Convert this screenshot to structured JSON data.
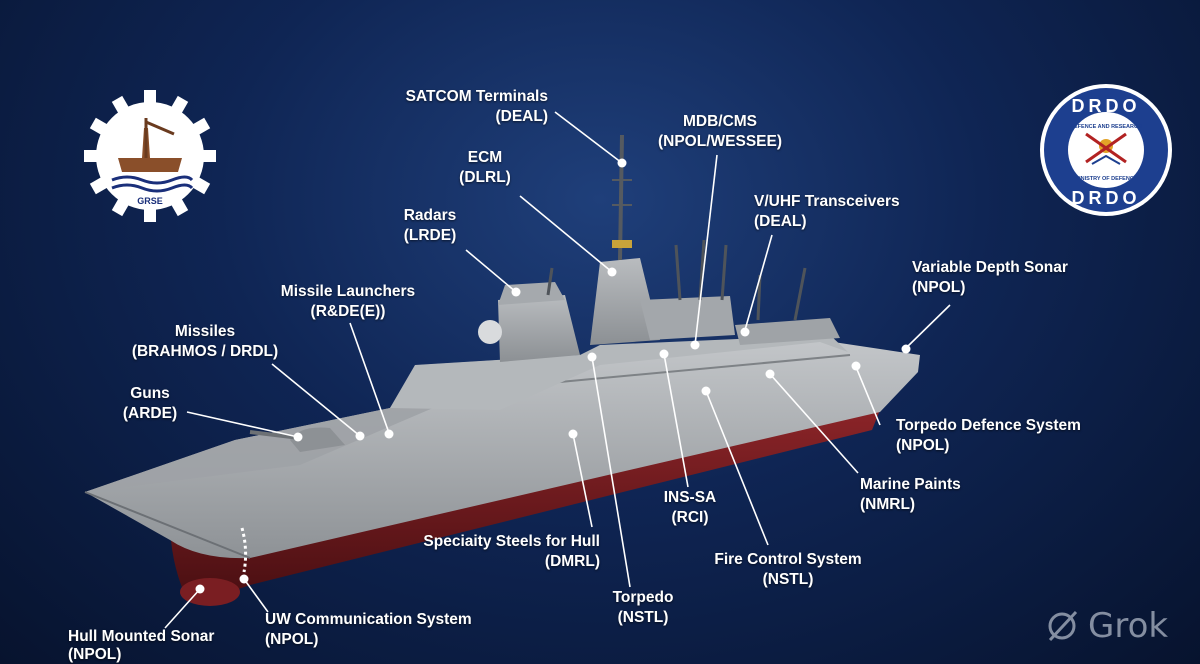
{
  "callouts": {
    "satcom": {
      "name": "SATCOM Terminals",
      "org": "(DEAL)"
    },
    "mdb": {
      "name": "MDB/CMS",
      "org": "(NPOL/WESSEE)"
    },
    "ecm": {
      "name": "ECM",
      "org": "(DLRL)"
    },
    "vuhf": {
      "name": "V/UHF Transceivers",
      "org": "(DEAL)"
    },
    "radars": {
      "name": "Radars",
      "org": "(LRDE)"
    },
    "vds": {
      "name": "Variable Depth Sonar",
      "org": "(NPOL)"
    },
    "launchers": {
      "name": "Missile Launchers",
      "org": "(R&DE(E))"
    },
    "missiles": {
      "name": "Missiles",
      "org": "(BRAHMOS / DRDL)"
    },
    "guns": {
      "name": "Guns",
      "org": "(ARDE)"
    },
    "tds": {
      "name": "Torpedo Defence System",
      "org": "(NPOL)"
    },
    "paints": {
      "name": "Marine Paints",
      "org": "(NMRL)"
    },
    "inssa": {
      "name": "INS-SA",
      "org": "(RCI)"
    },
    "steels": {
      "name": "Speciaity Steels for Hull",
      "org": "(DMRL)"
    },
    "fcs": {
      "name": "Fire Control System",
      "org": "(NSTL)"
    },
    "torpedo": {
      "name": "Torpedo",
      "org": "(NSTL)"
    },
    "uwcomm": {
      "name": "UW Communication System",
      "org": "(NPOL)"
    },
    "hms": {
      "name": "Hull Mounted Sonar",
      "org": "(NPOL)"
    }
  },
  "logos": {
    "left": {
      "text": "GRSE"
    },
    "right": {
      "top_text": "DRDO",
      "bottom_text": "DRDO",
      "ring_text": "DEFENCE AND RESEARCH",
      "ring_text_bottom": "MINISTRY OF DEFENCE"
    }
  },
  "watermark": {
    "label": "Grok"
  },
  "colors": {
    "background": "#0f2554",
    "hull_gray": "#a9adb1",
    "hull_red": "#7a1e22",
    "drdo_blue": "#1d3f8f"
  }
}
